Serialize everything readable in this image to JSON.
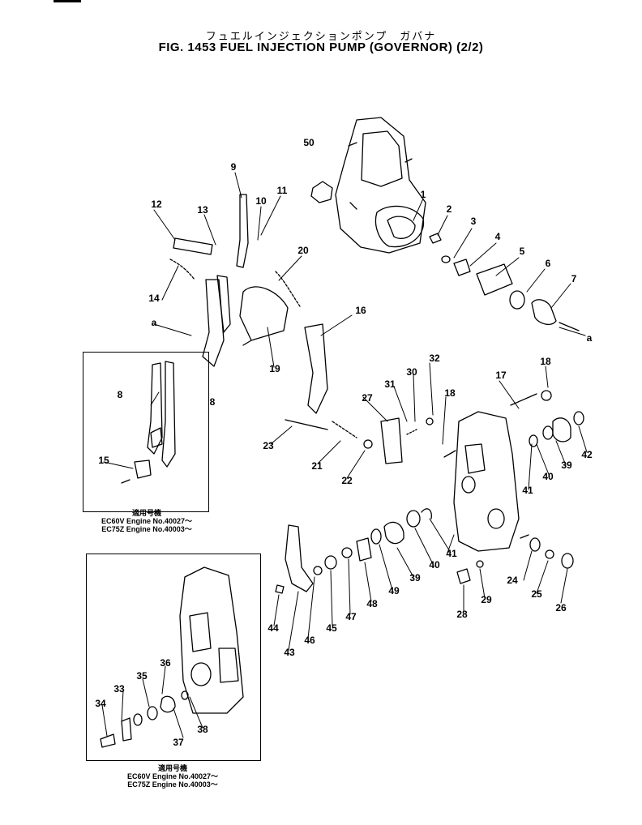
{
  "header": {
    "title_jp": "フュエルインジェクションポンプ　ガバナ",
    "title": "FIG. 1453  FUEL INJECTION PUMP (GOVERNOR) (2/2)"
  },
  "callouts": [
    "1",
    "2",
    "3",
    "4",
    "5",
    "6",
    "7",
    "8",
    "8",
    "9",
    "10",
    "11",
    "12",
    "13",
    "14",
    "15",
    "16",
    "17",
    "18",
    "18",
    "19",
    "20",
    "21",
    "22",
    "23",
    "24",
    "25",
    "26",
    "27",
    "28",
    "29",
    "30",
    "31",
    "32",
    "33",
    "34",
    "35",
    "36",
    "37",
    "38",
    "39",
    "39",
    "40",
    "40",
    "41",
    "41",
    "42",
    "43",
    "44",
    "45",
    "46",
    "47",
    "48",
    "49",
    "50",
    "a",
    "a"
  ],
  "insets": [
    {
      "code_label": "適用号機",
      "line1": "EC60V  Engine  No.40027～",
      "line2": "EC75Z  Engine  No.40003～"
    },
    {
      "code_label": "適用号機",
      "line1": "EC60V  Engine  No.40027～",
      "line2": "EC75Z  Engine  No.40003～"
    }
  ]
}
